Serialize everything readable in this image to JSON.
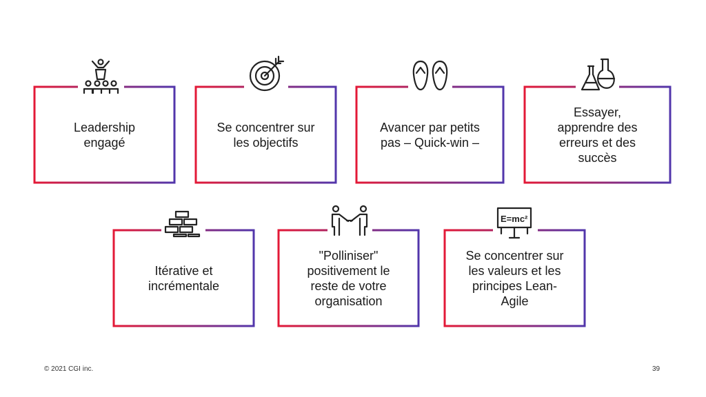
{
  "colors": {
    "red": "#e31937",
    "purple": "#5236ab",
    "text": "#1a1a1a",
    "icon": "#222222"
  },
  "cards": [
    {
      "text": "Leadership\nengagé",
      "icon": "leadership-icon"
    },
    {
      "text": "Se concentrer sur\nles objectifs",
      "icon": "target-icon"
    },
    {
      "text": "Avancer par petits\npas – Quick-win  –",
      "icon": "footprints-icon"
    },
    {
      "text": "Essayer,\napprendre des\nerreurs et des\nsuccès",
      "icon": "flasks-icon"
    },
    {
      "text": "Itérative et\nincrémentale",
      "icon": "bricks-icon"
    },
    {
      "text": "\"Polliniser\"\npositivement le\nreste de votre\norganisation",
      "icon": "handshake-icon"
    },
    {
      "text": "Se concentrer sur\nles valeurs et les\nprincipes Lean-\nAgile",
      "icon": "blackboard-icon"
    }
  ],
  "blackboard_text": "E=mc²",
  "footer": {
    "copyright": "© 2021 CGI inc.",
    "page_number": "39"
  }
}
